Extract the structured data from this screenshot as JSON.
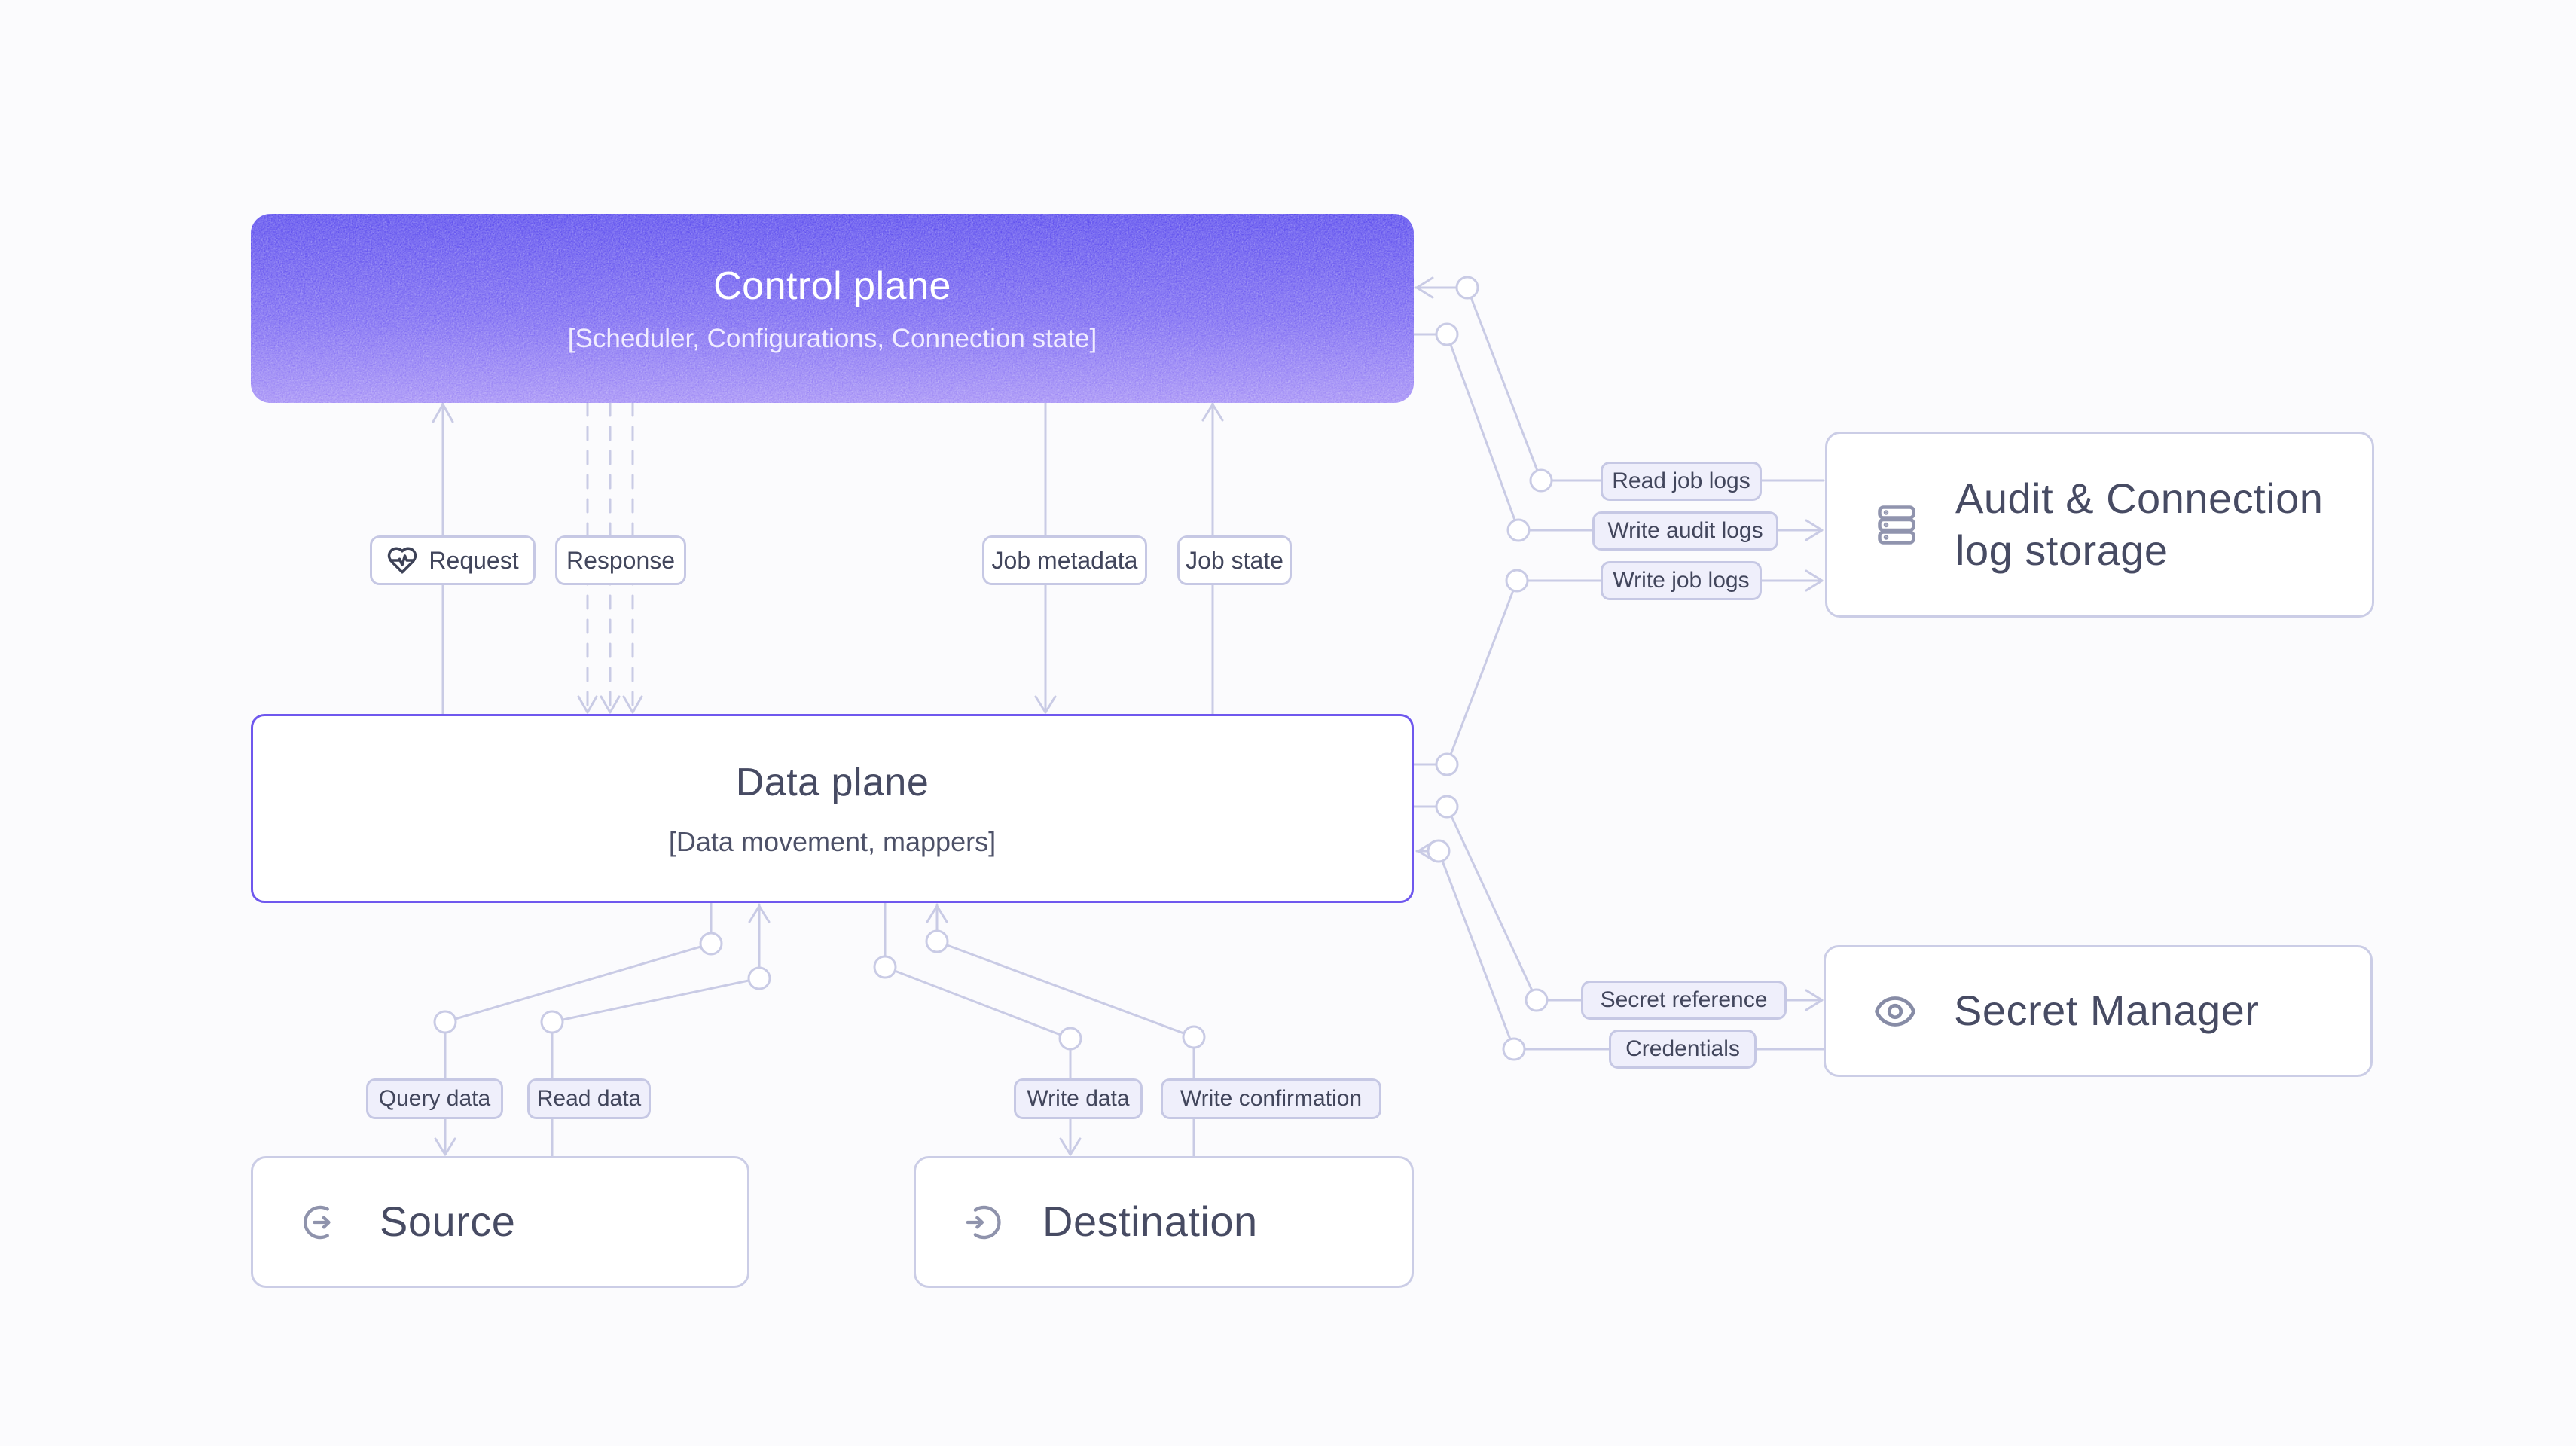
{
  "diagram": {
    "nodes": {
      "control_plane": {
        "title": "Control plane",
        "subtitle": "[Scheduler, Configurations, Connection state]"
      },
      "data_plane": {
        "title": "Data plane",
        "subtitle": "[Data movement, mappers]"
      },
      "source": {
        "title": "Source",
        "icon": "log-out-icon"
      },
      "destination": {
        "title": "Destination",
        "icon": "log-in-icon"
      },
      "audit_log_storage": {
        "title_line1": "Audit & Connection",
        "title_line2": "log storage",
        "icon": "server-stack-icon"
      },
      "secret_manager": {
        "title": "Secret Manager",
        "icon": "eye-icon"
      }
    },
    "edge_labels": {
      "request": "Request",
      "response": "Response",
      "job_metadata": "Job metadata",
      "job_state": "Job state",
      "read_job_logs": "Read job logs",
      "write_audit_logs": "Write audit logs",
      "write_job_logs": "Write job logs",
      "secret_reference": "Secret reference",
      "credentials": "Credentials",
      "query_data": "Query data",
      "read_data": "Read data",
      "write_data": "Write data",
      "write_confirmation": "Write confirmation"
    },
    "icons": {
      "request_icon": "heart-pulse-icon"
    },
    "colors": {
      "background": "#fbfbfd",
      "connector": "#c9cbe5",
      "control_gradient_top": "#5b4cee",
      "control_gradient_bottom": "#a38ef6",
      "data_plane_border": "#6f58ee",
      "node_border": "#cbcde6",
      "pill_fill": "#efeffb",
      "title_text": "#474b63",
      "icon_gray": "#8f93ac",
      "request_icon_color": "#3d4257"
    }
  }
}
